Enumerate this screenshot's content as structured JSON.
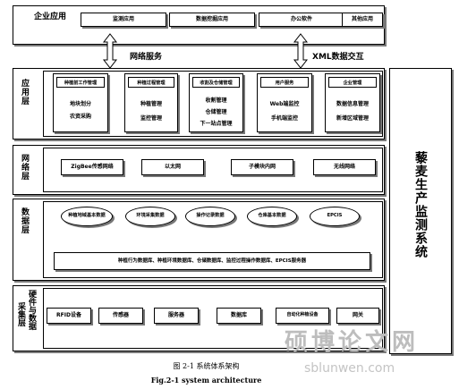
{
  "enterprise_layer": {
    "title": "企业应用",
    "boxes": [
      "监测应用",
      "数据挖掘应用",
      "办公软件",
      "其他应用"
    ]
  },
  "connectors": {
    "network_service": "网络服务",
    "xml_exchange": "XML数据交互"
  },
  "application_layer": {
    "label": "应用层",
    "cards": [
      {
        "header": "种植前工作管理",
        "lines": [
          "地块划分",
          "农资采购"
        ]
      },
      {
        "header": "种植过程管理",
        "lines": [
          "种植管理",
          "监控管理"
        ]
      },
      {
        "header": "收割及仓储管理",
        "lines": [
          "收割管理",
          "仓储管理",
          "下一站点管理"
        ]
      },
      {
        "header": "用户服务",
        "lines": [
          "Web端监控",
          "手机端监控"
        ]
      },
      {
        "header": "企业管理",
        "lines": [
          "数据信息管理",
          "新增区域管理"
        ]
      }
    ]
  },
  "network_layer": {
    "label": "网络层",
    "boxes": [
      "ZigBee传感网络",
      "以太网",
      "子模块内网",
      "无线网络"
    ]
  },
  "data_layer": {
    "label": "数据层",
    "ovals": [
      "种植地域基本数据",
      "环境采集数据",
      "操作记录数据",
      "仓库基本数据",
      "EPCIS"
    ],
    "bar": "种植行为数据库、种植环境数据库、仓储数据库、监控过程操作数据库、EPCIS服务器"
  },
  "hardware_layer": {
    "label_a": "硬件与数据",
    "label_b": "采集层",
    "boxes": [
      "RFID设备",
      "传感器",
      "服务器",
      "数据库",
      "自动化种植设备",
      "网关"
    ]
  },
  "side_panel": "藜麦生产监测系统",
  "caption": {
    "zh": "图 2-1 系统体系架构",
    "en": "Fig.2-1 system architecture"
  },
  "watermark": {
    "cn": "硕博论文网",
    "url": "sblunwen.com"
  }
}
